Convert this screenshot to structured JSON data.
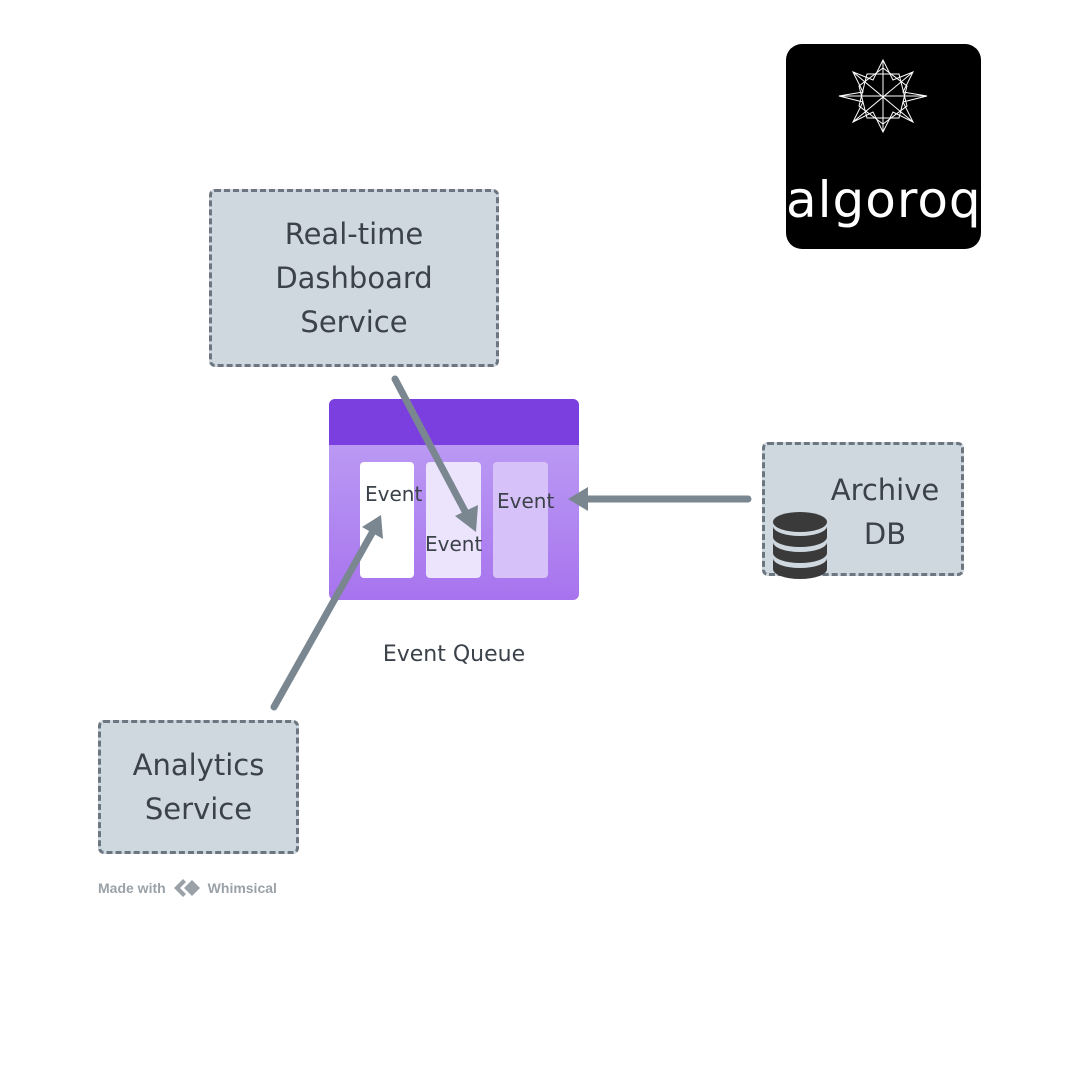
{
  "nodes": {
    "dashboard": "Real-time\nDashboard\nService",
    "analytics": "Analytics\nService",
    "archive": "Archive\nDB"
  },
  "queue": {
    "events": [
      "Event",
      "Event",
      "Event"
    ],
    "caption": "Event Queue"
  },
  "logo": {
    "text": "algoroq"
  },
  "footer": {
    "made_with": "Made with",
    "brand": "Whimsical"
  },
  "icons": {
    "archive": "database-icon",
    "footer": "whimsical-logo-icon",
    "logo": "star-mesh-icon"
  },
  "colors": {
    "node_fill": "#cfd8df",
    "node_border": "#6c7680",
    "queue_header": "#7a3fde",
    "queue_body": "#b28af1",
    "arrow": "#7a8791"
  }
}
